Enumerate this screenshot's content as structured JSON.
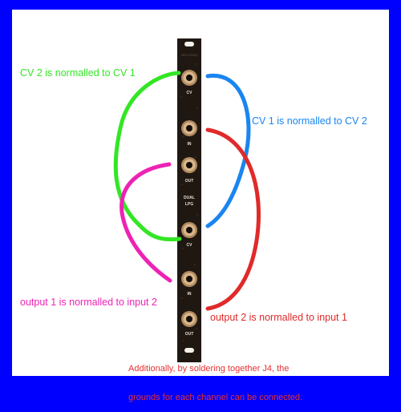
{
  "annotations": {
    "cv2_to_cv1": "CV 2 is normalled to CV 1",
    "cv1_to_cv2": "CV 1 is normalled to CV 2",
    "out1_to_in2": "output 1 is normalled to input 2",
    "out2_to_in1": "output 2 is normalled to input 1",
    "footer_line1": "Additionally, by soldering together J4, the",
    "footer_line2": "grounds for each channel can be connected."
  },
  "panel": {
    "logo": "LPG LOGO",
    "labels": {
      "cv_top": "CV",
      "in_top": "IN",
      "out_top": "OUT",
      "module_line1": "DUAL",
      "module_line2": "LPG",
      "cv_bottom": "CV",
      "in_bottom": "IN",
      "out_bottom": "OUT"
    }
  },
  "colors": {
    "border": "#0000ff",
    "cv2_line": "#33e625",
    "cv1_line": "#1a85f0",
    "out1_line": "#ee22b4",
    "out2_line": "#e02a2a",
    "panel": "#1f1712",
    "jack": "#c8a072"
  }
}
